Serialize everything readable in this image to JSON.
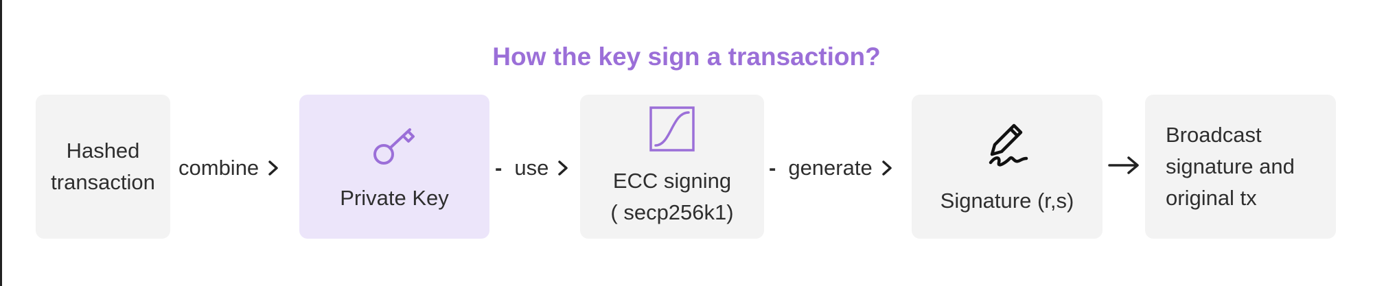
{
  "title": "How the key sign a transaction?",
  "nodes": {
    "hashed": {
      "lines": [
        "Hashed",
        "transaction"
      ]
    },
    "private_key": {
      "label": "Private Key",
      "icon": "key-icon"
    },
    "ecc": {
      "lines": [
        "ECC signing",
        "( secp256k1)"
      ],
      "icon": "s-curve-icon"
    },
    "signature": {
      "label": "Signature (r,s)",
      "icon": "pen-signature-icon"
    },
    "broadcast": {
      "lines": [
        "Broadcast",
        "signature and",
        "original tx"
      ]
    }
  },
  "edges": {
    "combine": "combine",
    "use": "use",
    "generate": "generate"
  },
  "colors": {
    "accent": "#9b6fd8",
    "box": "#f3f3f3",
    "box_highlight": "#ece5fa"
  }
}
